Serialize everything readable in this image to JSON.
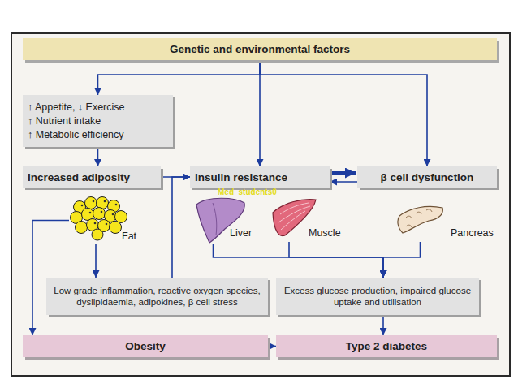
{
  "diagram": {
    "nodes": [
      {
        "text": [
          "Genetic and environmental factors"
        ]
      },
      {
        "text": [
          "↑ Appetite, ↓ Exercise",
          "↑ Nutrient intake",
          "↑ Metabolic efficiency"
        ]
      },
      {
        "text": [
          "Increased adiposity"
        ]
      },
      {
        "text": [
          "Insulin resistance"
        ]
      },
      {
        "text": [
          "β cell dysfunction"
        ]
      },
      {
        "text": [
          "Fat"
        ]
      },
      {
        "text": [
          "Liver"
        ]
      },
      {
        "text": [
          "Muscle"
        ]
      },
      {
        "text": [
          "Pancreas"
        ]
      },
      {
        "text": [
          "Low grade inflammation, reactive oxygen species, dyslipidaemia, adipokines, β cell stress"
        ]
      },
      {
        "text": [
          "Excess glucose production, impaired glucose uptake and utilisation"
        ]
      },
      {
        "text": [
          "Obesity"
        ]
      },
      {
        "text": [
          "Type 2 diabetes"
        ]
      }
    ],
    "edges": [
      {
        "from": 0,
        "to": 1,
        "arrow": "to"
      },
      {
        "from": 0,
        "to": 3,
        "arrow": "to"
      },
      {
        "from": 0,
        "to": 4,
        "arrow": "to"
      },
      {
        "from": 1,
        "to": 2,
        "arrow": "to"
      },
      {
        "from": 2,
        "to": 3,
        "arrow": "to"
      },
      {
        "from": 9,
        "to": 3,
        "arrow": "to"
      },
      {
        "from": 3,
        "to": 4,
        "arrow": "to"
      },
      {
        "from": 4,
        "to": 3,
        "arrow": "to"
      },
      {
        "from": 5,
        "to": 9,
        "arrow": "to"
      },
      {
        "from": 5,
        "to": 11,
        "arrow": "to"
      },
      {
        "from": 6,
        "to": 10,
        "arrow": "to"
      },
      {
        "from": 7,
        "to": 10,
        "arrow": "to"
      },
      {
        "from": 8,
        "to": 10,
        "arrow": "to"
      },
      {
        "from": 11,
        "to": 12,
        "arrow": "to"
      },
      {
        "from": 10,
        "to": 12,
        "arrow": "to"
      }
    ],
    "labels": [
      "Med_students0"
    ]
  }
}
